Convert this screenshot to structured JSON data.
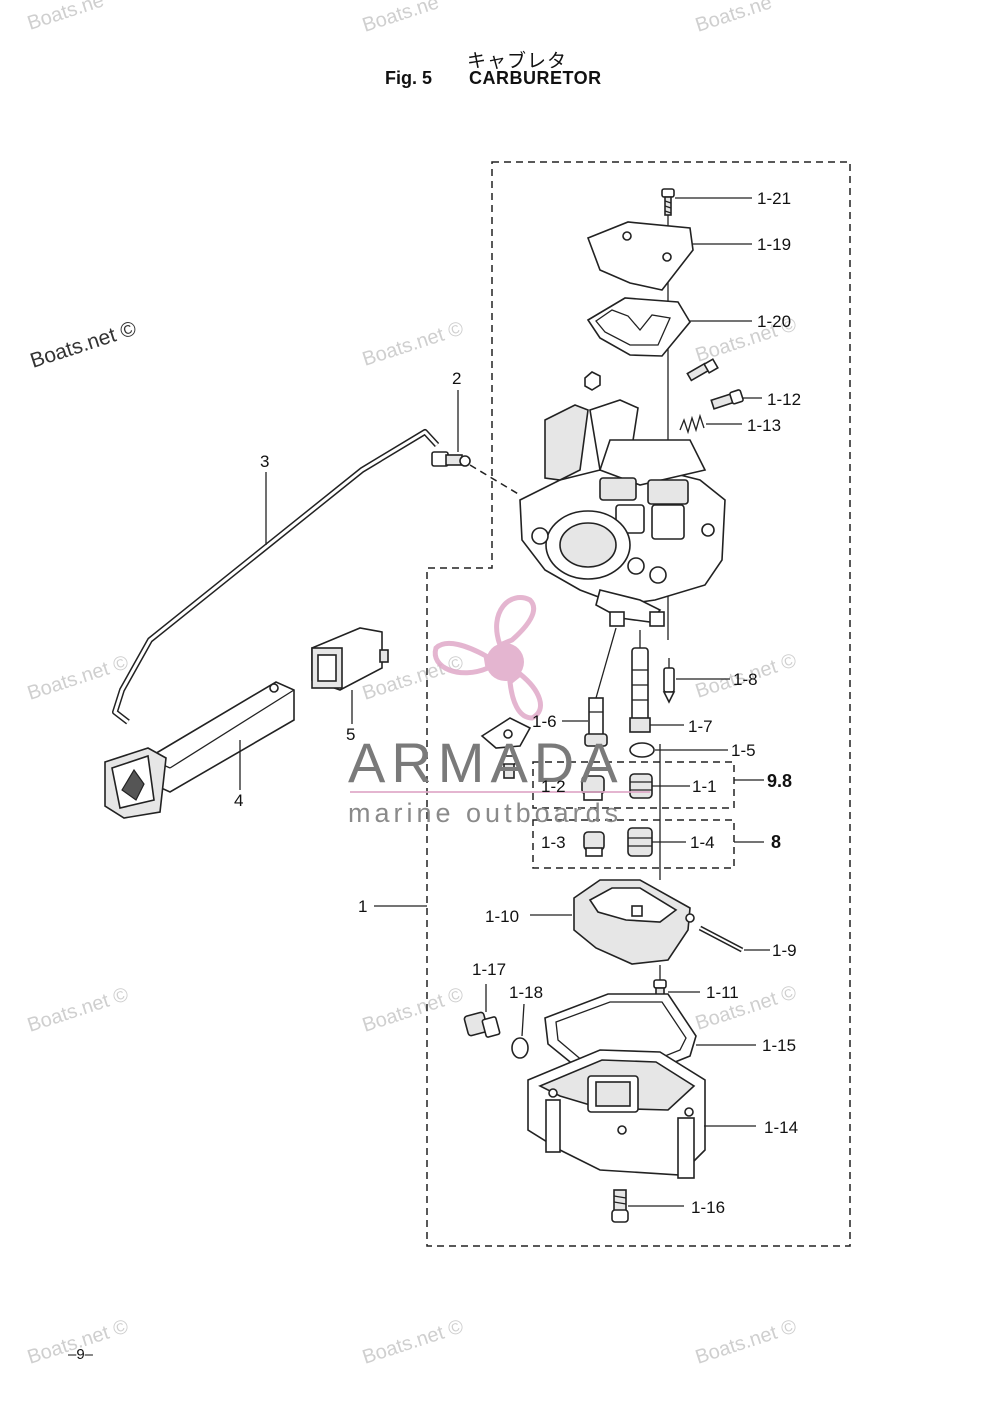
{
  "header": {
    "title_jp": "キャブレタ",
    "fig_no": "Fig. 5",
    "fig_title": "CARBURETOR"
  },
  "labels": {
    "l1_21": "1-21",
    "l1_19": "1-19",
    "l1_20": "1-20",
    "l1_12": "1-12",
    "l1_13": "1-13",
    "l2": "2",
    "l3": "3",
    "l4": "4",
    "l5": "5",
    "l1_8": "1-8",
    "l1_6": "1-6",
    "l1_7": "1-7",
    "l1_5": "1-5",
    "l1_2": "1-2",
    "l1_1": "1-1",
    "l9_8": "9.8",
    "l1_3": "1-3",
    "l1_4": "1-4",
    "l8": "8",
    "l1": "1",
    "l1_10": "1-10",
    "l1_9": "1-9",
    "l1_17": "1-17",
    "l1_18": "1-18",
    "l1_11": "1-11",
    "l1_15": "1-15",
    "l1_14": "1-14",
    "l1_16": "1-16"
  },
  "watermarks": {
    "boats": "Boats.net ©",
    "boats_partial": "Boats.ne"
  },
  "brand": {
    "name": "ARMADA",
    "tagline": "marine outboards",
    "accent": "#e0a9c8"
  },
  "footer": {
    "page": "–9–"
  }
}
